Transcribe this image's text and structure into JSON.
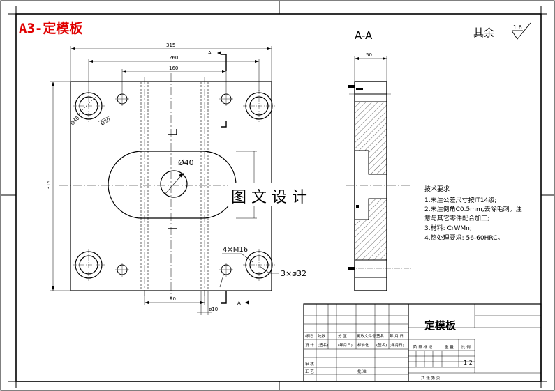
{
  "sheet": {
    "label": "A3-定模板",
    "section_title": "A-A",
    "surface_note": "其余",
    "roughness_value": "1.6",
    "watermark": "图 文 设 计"
  },
  "front_view": {
    "dims": {
      "overall_width": "315",
      "hole_pitch_wide": "260",
      "hole_pitch_narrow": "160",
      "overall_height": "315",
      "slot_pitch": "90",
      "slot_width": "ø10",
      "dia_large": "Ø40",
      "dia_d1": "Ø40",
      "dia_d2": "Ø30",
      "thread_callout": "4×M16",
      "bore_callout": "3×ø32"
    },
    "section_marker": "A"
  },
  "section_view": {
    "dims": {
      "thickness": "50"
    }
  },
  "tech_requirements": {
    "title": "技术要求",
    "items": [
      "1.未注公差尺寸按IT14级;",
      "2.未注倒角C0.5mm,去除毛刺。注",
      "意与其它零件配合加工;",
      "3.材料: CrWMn;",
      "4.热处理要求: 56-60HRC。"
    ]
  },
  "title_block": {
    "part_name": "定模板",
    "scale": "1:2",
    "rev_header": [
      "标记",
      "处数",
      "分 区",
      "更改文件号",
      "签名",
      "年.月.日"
    ],
    "sign_row": [
      "设 计",
      "(签名)",
      "(年月日)",
      "标准化",
      "(签名)",
      "(年月日)"
    ],
    "stage_labels": [
      "阶 段 标 记",
      "重 量",
      "比 例"
    ],
    "review_label": "审 核",
    "process_label": "工 艺",
    "approve_label": "批 准",
    "sheet_labels": "共  张  第  页"
  }
}
